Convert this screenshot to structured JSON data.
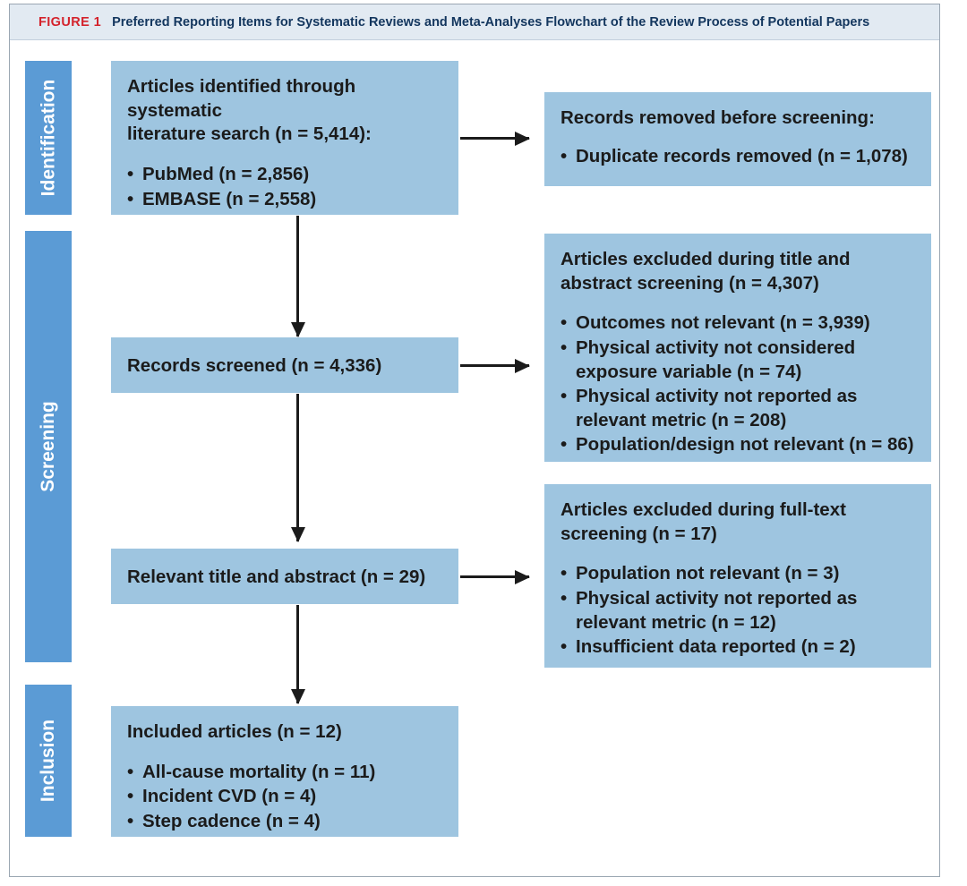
{
  "figure": {
    "label": "FIGURE 1",
    "title": "Preferred Reporting Items for Systematic Reviews and Meta-Analyses Flowchart of the Review Process of Potential Papers",
    "label_color": "#d4232c",
    "title_color": "#13365e",
    "header_bg": "#e2eaf2",
    "phase_bar_color": "#5b9bd5",
    "box_color": "#9ec5e0",
    "arrow_color": "#1b1b1b"
  },
  "phases": [
    {
      "name": "identification",
      "label": "Identification"
    },
    {
      "name": "screening",
      "label": "Screening"
    },
    {
      "name": "inclusion",
      "label": "Inclusion"
    }
  ],
  "boxes": {
    "identified": {
      "head_line1": "Articles identified through systematic",
      "head_line2": "literature search (n = 5,414):",
      "items": [
        "PubMed (n = 2,856)",
        "EMBASE (n = 2,558)"
      ]
    },
    "removed_before_screening": {
      "head_line1": "Records removed before screening:",
      "items": [
        "Duplicate records removed (n = 1,078)"
      ]
    },
    "records_screened": {
      "head_line1": "Records screened (n = 4,336)"
    },
    "excluded_title_abstract": {
      "head_line1": "Articles excluded during title and",
      "head_line2": "abstract screening (n = 4,307)",
      "items": [
        {
          "line1": "Outcomes not relevant (n = 3,939)",
          "line2": ""
        },
        {
          "line1": "Physical activity not considered",
          "line2": "exposure variable (n = 74)"
        },
        {
          "line1": "Physical activity not reported as",
          "line2": "relevant metric (n = 208)"
        },
        {
          "line1": "Population/design not relevant (n = 86)",
          "line2": ""
        }
      ]
    },
    "relevant_title_abstract": {
      "head_line1": "Relevant title and abstract (n = 29)"
    },
    "excluded_full_text": {
      "head_line1": "Articles excluded during full-text",
      "head_line2": "screening (n = 17)",
      "items": [
        {
          "line1": "Population not relevant (n = 3)",
          "line2": ""
        },
        {
          "line1": "Physical activity not reported as",
          "line2": "relevant metric (n = 12)"
        },
        {
          "line1": "Insufficient data reported (n = 2)",
          "line2": ""
        }
      ]
    },
    "included": {
      "head_line1": "Included articles (n = 12)",
      "items": [
        "All-cause mortality (n = 11)",
        "Incident CVD (n = 4)",
        "Step cadence (n = 4)"
      ]
    }
  },
  "chart_data": {
    "type": "diagram",
    "title": "PRISMA flowchart of the review process of potential papers",
    "nodes": [
      {
        "id": "identified",
        "phase": "Identification",
        "label": "Articles identified through systematic literature search",
        "n": 5414,
        "breakdown": [
          {
            "label": "PubMed",
            "n": 2856
          },
          {
            "label": "EMBASE",
            "n": 2558
          }
        ]
      },
      {
        "id": "removed_before_screening",
        "phase": "Identification",
        "label": "Records removed before screening",
        "breakdown": [
          {
            "label": "Duplicate records removed",
            "n": 1078
          }
        ]
      },
      {
        "id": "records_screened",
        "phase": "Screening",
        "label": "Records screened",
        "n": 4336
      },
      {
        "id": "excluded_title_abstract",
        "phase": "Screening",
        "label": "Articles excluded during title and abstract screening",
        "n": 4307,
        "breakdown": [
          {
            "label": "Outcomes not relevant",
            "n": 3939
          },
          {
            "label": "Physical activity not considered exposure variable",
            "n": 74
          },
          {
            "label": "Physical activity not reported as relevant metric",
            "n": 208
          },
          {
            "label": "Population/design not relevant",
            "n": 86
          }
        ]
      },
      {
        "id": "relevant_title_abstract",
        "phase": "Screening",
        "label": "Relevant title and abstract",
        "n": 29
      },
      {
        "id": "excluded_full_text",
        "phase": "Screening",
        "label": "Articles excluded during full-text screening",
        "n": 17,
        "breakdown": [
          {
            "label": "Population not relevant",
            "n": 3
          },
          {
            "label": "Physical activity not reported as relevant metric",
            "n": 12
          },
          {
            "label": "Insufficient data reported",
            "n": 2
          }
        ]
      },
      {
        "id": "included",
        "phase": "Inclusion",
        "label": "Included articles",
        "n": 12,
        "breakdown": [
          {
            "label": "All-cause mortality",
            "n": 11
          },
          {
            "label": "Incident CVD",
            "n": 4
          },
          {
            "label": "Step cadence",
            "n": 4
          }
        ]
      }
    ],
    "edges": [
      {
        "from": "identified",
        "to": "removed_before_screening",
        "direction": "right"
      },
      {
        "from": "identified",
        "to": "records_screened",
        "direction": "down"
      },
      {
        "from": "records_screened",
        "to": "excluded_title_abstract",
        "direction": "right"
      },
      {
        "from": "records_screened",
        "to": "relevant_title_abstract",
        "direction": "down"
      },
      {
        "from": "relevant_title_abstract",
        "to": "excluded_full_text",
        "direction": "right"
      },
      {
        "from": "relevant_title_abstract",
        "to": "included",
        "direction": "down"
      }
    ]
  }
}
